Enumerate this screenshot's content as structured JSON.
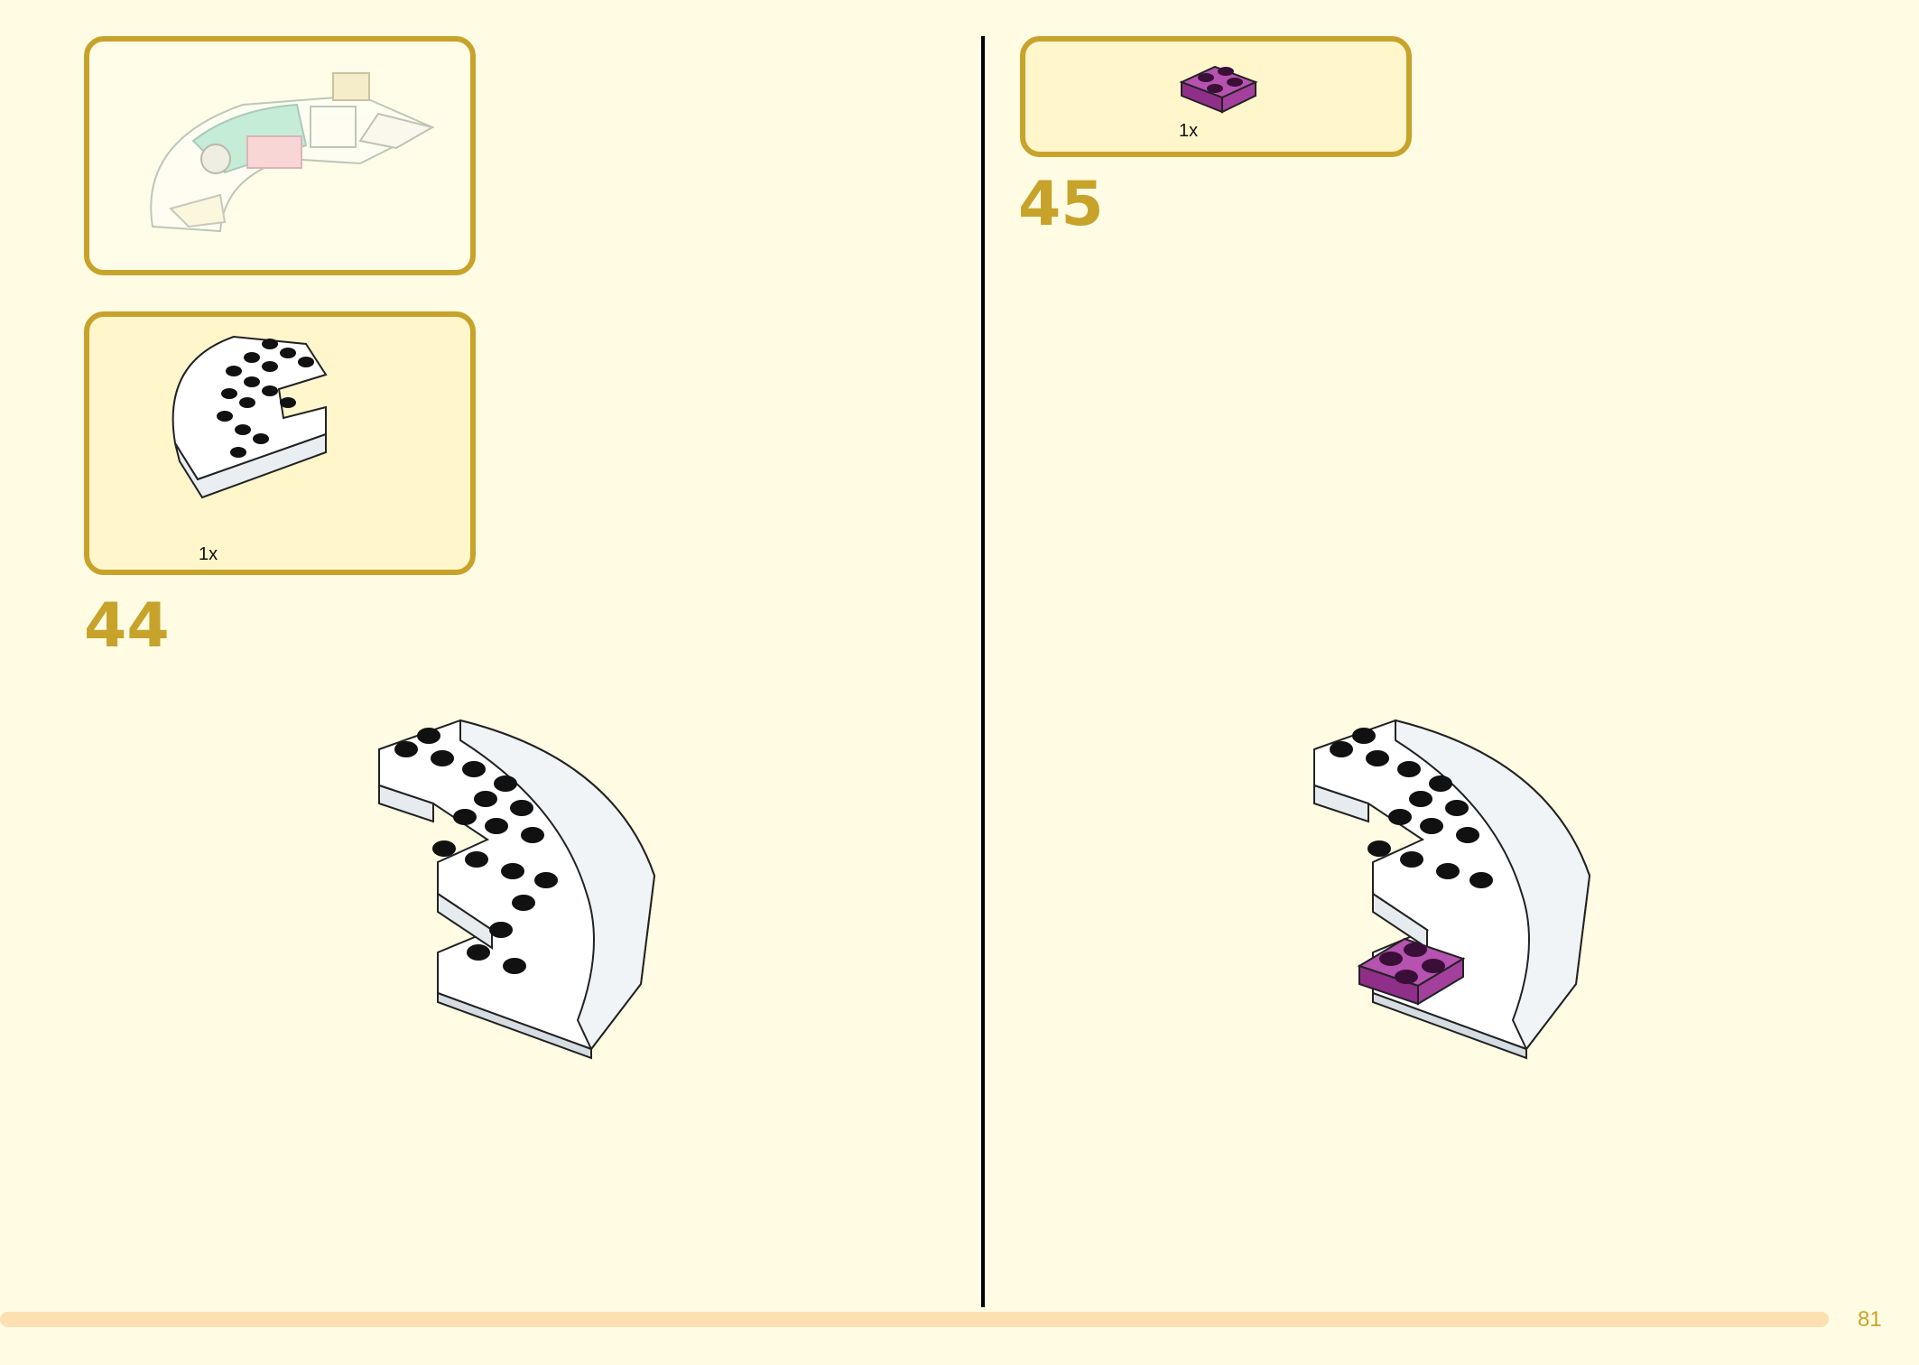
{
  "steps": [
    {
      "number": "44",
      "parts": [
        {
          "qty": "1x",
          "color": "#ffffff"
        }
      ]
    },
    {
      "number": "45",
      "parts": [
        {
          "qty": "1x",
          "color": "#9c3a95"
        }
      ]
    }
  ],
  "colors": {
    "accent": "#c7a32b",
    "background": "#fffce3",
    "part_box": "#fff6cc",
    "progress": "#fde0b2",
    "highlight_brick": "#9c3a95"
  },
  "page_number": "81"
}
